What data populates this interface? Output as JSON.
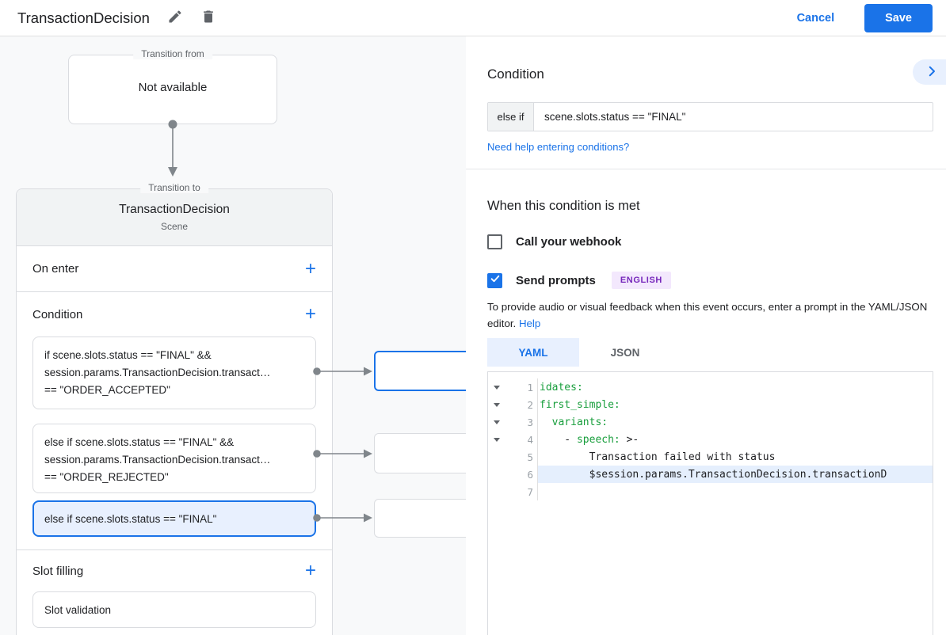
{
  "header": {
    "title": "TransactionDecision",
    "cancel_label": "Cancel",
    "save_label": "Save"
  },
  "canvas": {
    "transition_from": {
      "label": "Transition from",
      "value": "Not available"
    },
    "transition_to": {
      "label": "Transition to",
      "title": "TransactionDecision",
      "subtitle": "Scene"
    },
    "on_enter": {
      "label": "On enter",
      "add_icon": "+"
    },
    "condition": {
      "label": "Condition",
      "add_icon": "+",
      "cards": [
        {
          "selected": false,
          "lines": [
            "if scene.slots.status == \"FINAL\" &&",
            "session.params.TransactionDecision.transact…",
            "== \"ORDER_ACCEPTED\""
          ]
        },
        {
          "selected": false,
          "lines": [
            "else if scene.slots.status == \"FINAL\" &&",
            "session.params.TransactionDecision.transact…",
            "== \"ORDER_REJECTED\""
          ]
        },
        {
          "selected": true,
          "lines": [
            "else if scene.slots.status == \"FINAL\""
          ]
        }
      ]
    },
    "slot_filling": {
      "label": "Slot filling",
      "add_icon": "+",
      "cards": [
        {
          "label": "Slot validation"
        }
      ]
    }
  },
  "panel": {
    "title": "Condition",
    "condition_row": {
      "prefix": "else if",
      "value": "scene.slots.status == \"FINAL\""
    },
    "help_link": "Need help entering conditions?",
    "when_met": {
      "heading": "When this condition is met",
      "webhook": {
        "label": "Call your webhook",
        "checked": false
      },
      "prompts": {
        "label": "Send prompts",
        "checked": true,
        "language_badge": "ENGLISH"
      },
      "description": "To provide audio or visual feedback when this event occurs, enter a prompt in the YAML/JSON editor.",
      "help_label": "Help"
    },
    "editor": {
      "tabs": [
        {
          "label": "YAML",
          "active": true
        },
        {
          "label": "JSON",
          "active": false
        }
      ],
      "highlighted_line": 6,
      "lines": [
        {
          "num": "1",
          "foldable": true,
          "prefix": "",
          "key": "idates:",
          "suffix": ""
        },
        {
          "num": "2",
          "foldable": true,
          "prefix": "",
          "key": "first_simple:",
          "suffix": ""
        },
        {
          "num": "3",
          "foldable": true,
          "prefix": "  ",
          "key": "variants:",
          "suffix": ""
        },
        {
          "num": "4",
          "foldable": true,
          "prefix": "    - ",
          "key": "speech:",
          "suffix": " >-"
        },
        {
          "num": "5",
          "foldable": false,
          "prefix": "        Transaction failed with status",
          "key": "",
          "suffix": ""
        },
        {
          "num": "6",
          "foldable": false,
          "prefix": "        $session.params.TransactionDecision.transactionD",
          "key": "",
          "suffix": ""
        },
        {
          "num": "7",
          "foldable": false,
          "prefix": "",
          "key": "",
          "suffix": ""
        }
      ]
    }
  },
  "colors": {
    "accent_blue": "#1a73e8",
    "light_blue_bg": "#e8f0fe",
    "selected_card_bg": "#e8f0fe",
    "code_key_green": "#189e3c",
    "badge_bg": "#f3e8fd",
    "badge_text": "#7627bb",
    "border_gray": "#dadce0",
    "text_primary": "#202124",
    "text_secondary": "#5f6368",
    "canvas_bg": "#f8f9fa",
    "connector_gray": "#80868b"
  }
}
